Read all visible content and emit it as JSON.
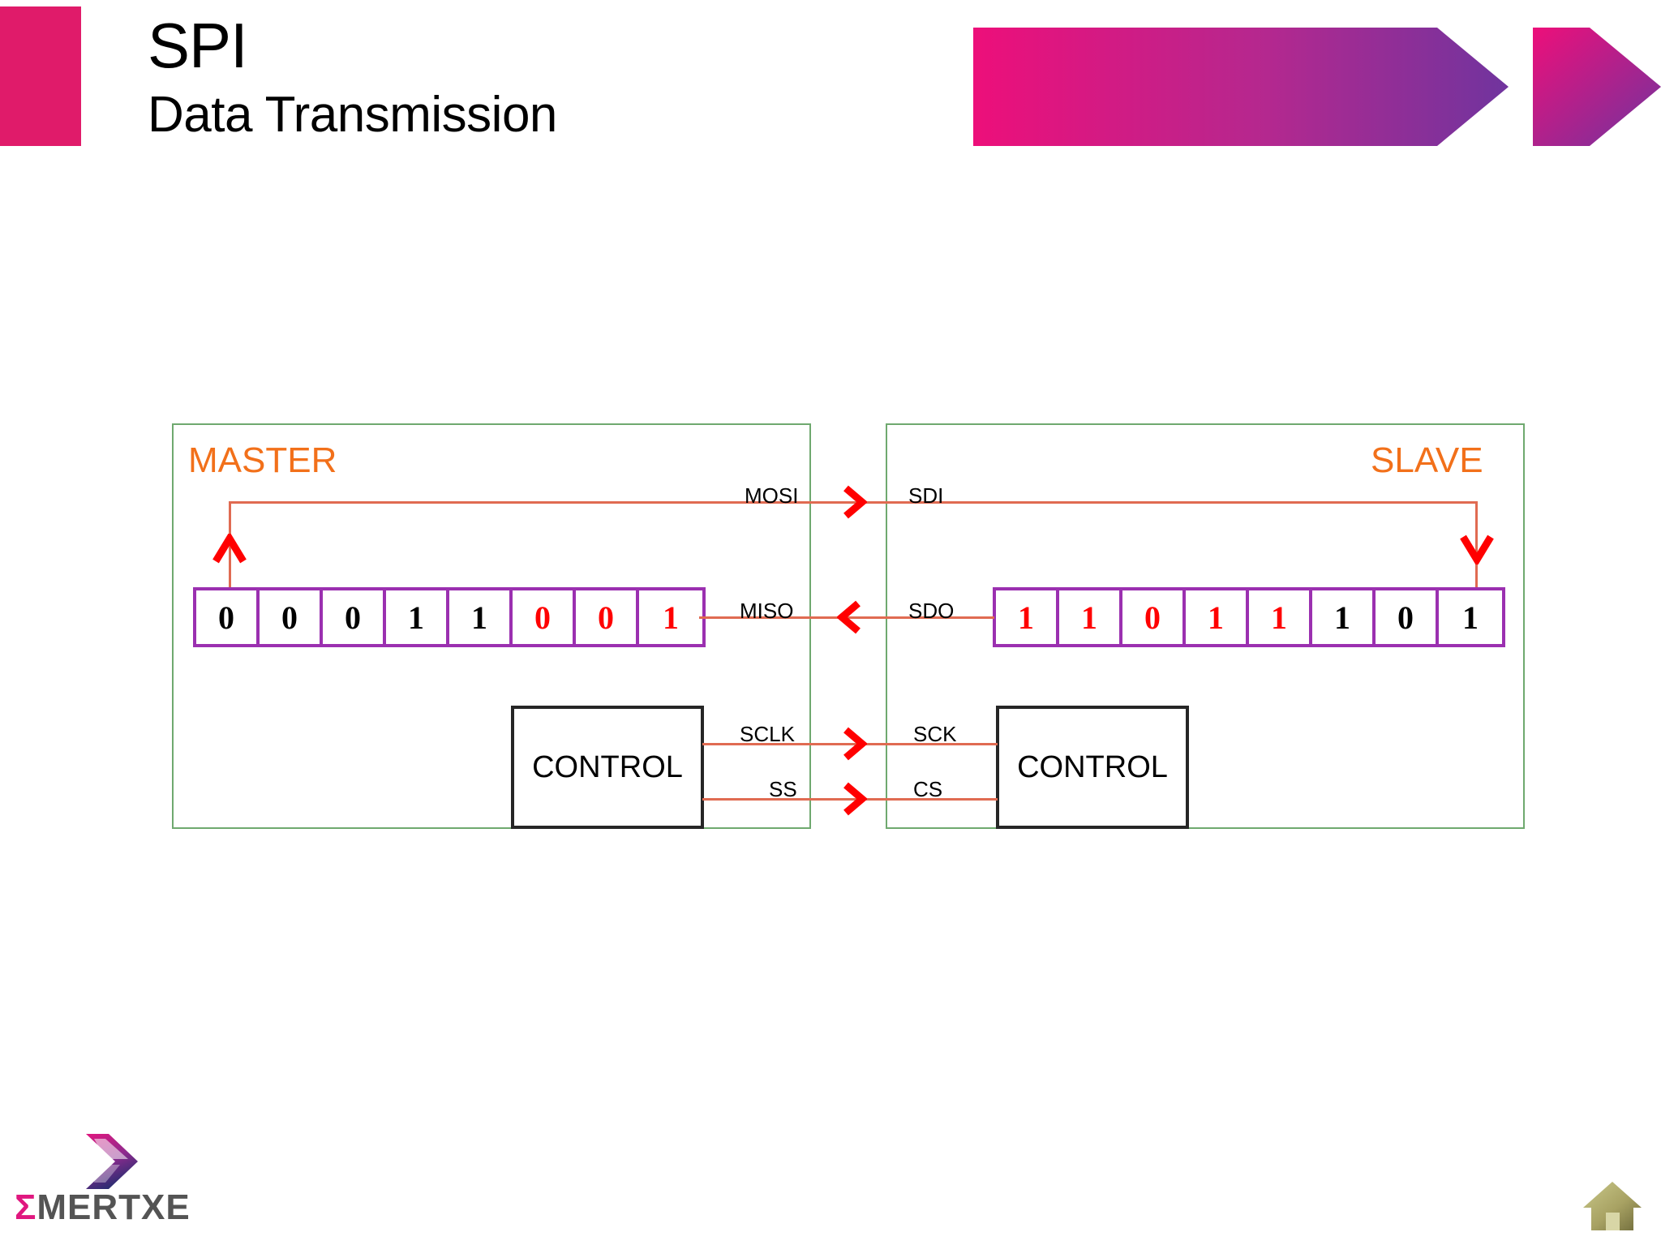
{
  "slide": {
    "title": "SPI",
    "subtitle": "Data Transmission"
  },
  "colors": {
    "accent_pink": "#E01B6A",
    "banner_pink": "#ED0F7A",
    "banner_purple": "#70349E",
    "device_border_green": "#6FA96F",
    "device_label_orange": "#F2701A",
    "register_border_purple": "#9B30B0",
    "wire_orange": "#E06B52",
    "arrow_red": "#FF0000",
    "bit_red": "#FF0000",
    "bit_black": "#000000",
    "control_border": "#262626",
    "logo_grey": "#545454"
  },
  "diagram": {
    "master": {
      "label": "MASTER",
      "register_bits": [
        {
          "value": "0",
          "color": "black"
        },
        {
          "value": "0",
          "color": "black"
        },
        {
          "value": "0",
          "color": "black"
        },
        {
          "value": "1",
          "color": "black"
        },
        {
          "value": "1",
          "color": "black"
        },
        {
          "value": "0",
          "color": "red"
        },
        {
          "value": "0",
          "color": "red"
        },
        {
          "value": "1",
          "color": "red"
        }
      ],
      "control_label": "CONTROL"
    },
    "slave": {
      "label": "SLAVE",
      "register_bits": [
        {
          "value": "1",
          "color": "red"
        },
        {
          "value": "1",
          "color": "red"
        },
        {
          "value": "0",
          "color": "red"
        },
        {
          "value": "1",
          "color": "red"
        },
        {
          "value": "1",
          "color": "red"
        },
        {
          "value": "1",
          "color": "black"
        },
        {
          "value": "0",
          "color": "black"
        },
        {
          "value": "1",
          "color": "black"
        }
      ],
      "control_label": "CONTROL"
    },
    "signals": [
      {
        "master_label": "MOSI",
        "slave_label": "SDI",
        "direction": "right"
      },
      {
        "master_label": "MISO",
        "slave_label": "SDO",
        "direction": "left"
      },
      {
        "master_label": "SCLK",
        "slave_label": "SCK",
        "direction": "right"
      },
      {
        "master_label": "SS",
        "slave_label": "CS",
        "direction": "right"
      }
    ]
  },
  "footer": {
    "logo_sigma": "Σ",
    "logo_name": "MERTXE",
    "home_icon": "home-icon"
  }
}
